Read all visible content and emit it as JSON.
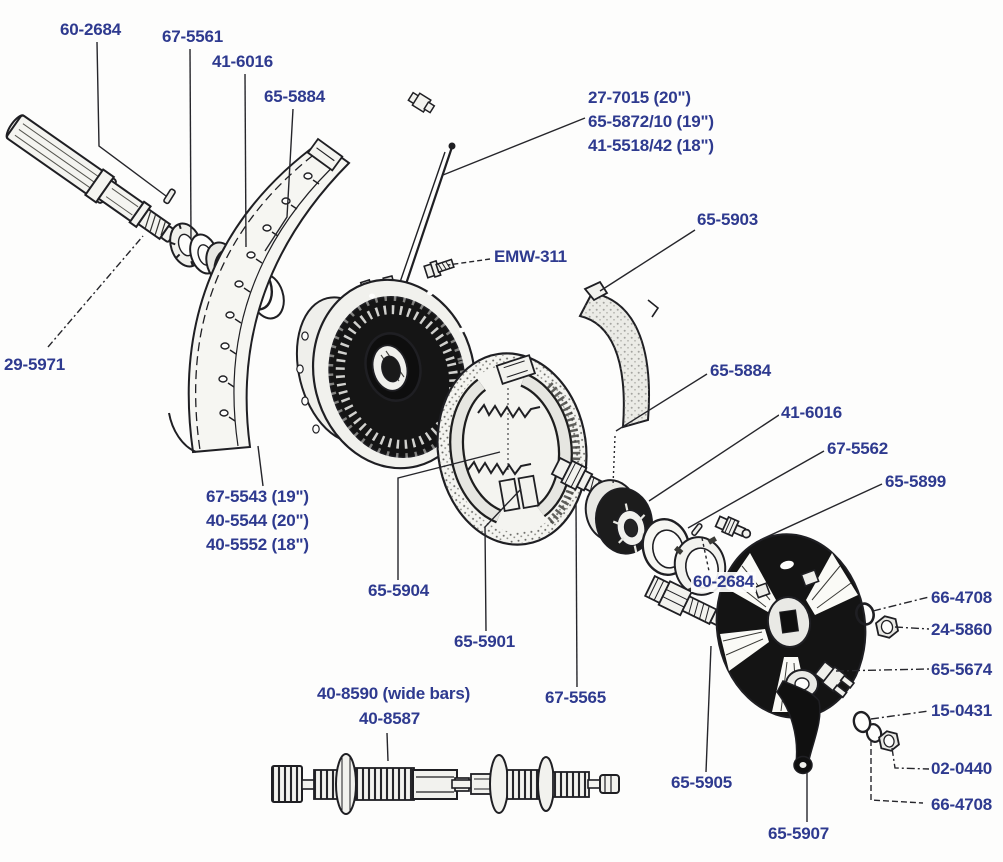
{
  "diagram": {
    "type": "exploded-parts-diagram",
    "description": "Exploded line drawing of a wheel hub, rim and brake assembly with part-number callouts",
    "colors": {
      "background": "#fdfdfc",
      "label_text": "#2e3a8f",
      "line_art": "#1f1f23"
    },
    "labels": [
      {
        "text": "60-2684"
      },
      {
        "text": "67-5561"
      },
      {
        "text": "41-6016"
      },
      {
        "text": "65-5884"
      },
      {
        "text": "27-7015 (20\")"
      },
      {
        "text": "65-5872/10 (19\")"
      },
      {
        "text": "41-5518/42 (18\")"
      },
      {
        "text": "65-5903"
      },
      {
        "text": "EMW-311"
      },
      {
        "text": "29-5971"
      },
      {
        "text": "65-5884"
      },
      {
        "text": "41-6016"
      },
      {
        "text": "67-5562"
      },
      {
        "text": "65-5899"
      },
      {
        "text": "67-5543 (19\")"
      },
      {
        "text": "40-5544 (20\")"
      },
      {
        "text": "40-5552 (18\")"
      },
      {
        "text": "65-5904"
      },
      {
        "text": "60-2684"
      },
      {
        "text": "66-4708"
      },
      {
        "text": "24-5860"
      },
      {
        "text": "65-5901"
      },
      {
        "text": "65-5674"
      },
      {
        "text": "15-0431"
      },
      {
        "text": "67-5565"
      },
      {
        "text": "40-8590 (wide bars)"
      },
      {
        "text": "40-8587"
      },
      {
        "text": "02-0440"
      },
      {
        "text": "65-5905"
      },
      {
        "text": "66-4708"
      },
      {
        "text": "65-5907"
      }
    ]
  }
}
